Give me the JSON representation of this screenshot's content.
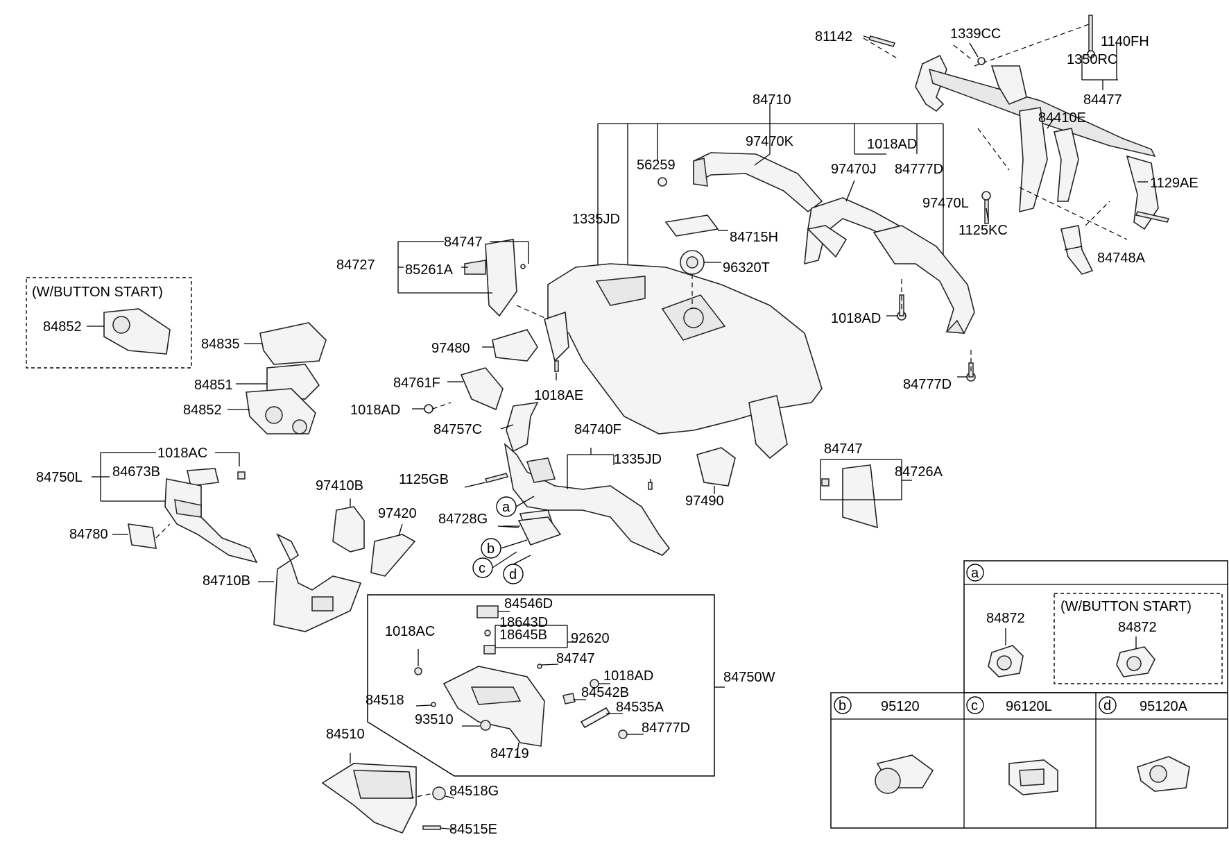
{
  "labels": {
    "p81142": "81142",
    "p1339CC": "1339CC",
    "p1140FH": "1140FH",
    "p1350RC": "1350RC",
    "p84477": "84477",
    "p84710": "84710",
    "p84410E": "84410E",
    "p97470K": "97470K",
    "p1018AD_top": "1018AD",
    "p56259": "56259",
    "p97470J": "97470J",
    "p84777D_top": "84777D",
    "p1129AE": "1129AE",
    "p97470L": "97470L",
    "p1335JD_top": "1335JD",
    "p1125KC": "1125KC",
    "p84715H": "84715H",
    "p84747_a": "84747",
    "p84748A": "84748A",
    "p84727": "84727",
    "p85261A": "85261A",
    "p96320T": "96320T",
    "p1018AD_mid": "1018AD",
    "p84852_a": "84852",
    "p84835": "84835",
    "p97480": "97480",
    "p84777D_mid": "84777D",
    "p84851": "84851",
    "p84761F": "84761F",
    "p1018AE": "1018AE",
    "p1018AD_left": "1018AD",
    "p84852_b": "84852",
    "p84757C": "84757C",
    "p84740F": "84740F",
    "p1018AC_a": "1018AC",
    "p84747_b": "84747",
    "p1335JD_mid": "1335JD",
    "p84750L": "84750L",
    "p84673B": "84673B",
    "p1125GB": "1125GB",
    "p84726A": "84726A",
    "p97410B": "97410B",
    "p97490": "97490",
    "p97420": "97420",
    "p84728G": "84728G",
    "p84780": "84780",
    "p84710B": "84710B",
    "p84546D": "84546D",
    "p18643D": "18643D",
    "p18645B": "18645B",
    "p92620": "92620",
    "p1018AC_b": "1018AC",
    "p84747_c": "84747",
    "p1018AD_glove": "1018AD",
    "p84750W": "84750W",
    "p84518": "84518",
    "p84542B": "84542B",
    "p84535A": "84535A",
    "p93510": "93510",
    "p84777D_glove": "84777D",
    "p84719": "84719",
    "p84510": "84510",
    "p84518G": "84518G",
    "p84515E": "84515E"
  },
  "callouts": {
    "a": "a",
    "b": "b",
    "c": "c",
    "d": "d"
  },
  "button_start_box": {
    "title": "(W/BUTTON START)"
  },
  "legend": {
    "a_key": "a",
    "a_part": "84872",
    "a_button_start_title": "(W/BUTTON START)",
    "a_button_start_part": "84872",
    "b_key": "b",
    "b_part": "95120",
    "c_key": "c",
    "c_part": "96120L",
    "d_key": "d",
    "d_part": "95120A"
  }
}
